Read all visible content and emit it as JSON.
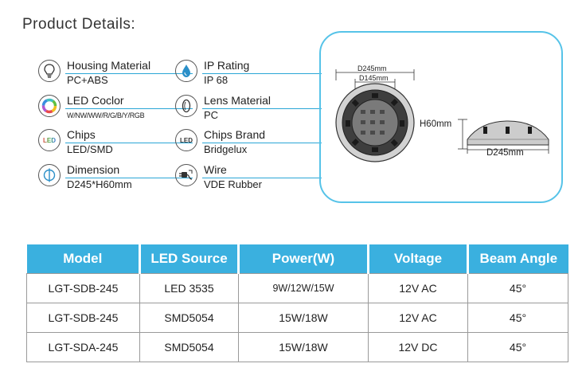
{
  "title": "Product Details:",
  "specs": [
    {
      "label": "Housing Material",
      "value": "PC+ABS",
      "icon": "bulb-icon"
    },
    {
      "label": "IP Rating",
      "value": "IP 68",
      "icon": "water-drop-icon"
    },
    {
      "label": "LED Coclor",
      "value": "W/NW/WW/R/G/B/Y/RGB",
      "icon": "color-ring-icon"
    },
    {
      "label": "Lens Material",
      "value": "PC",
      "icon": "lens-icon"
    },
    {
      "label": "Chips",
      "value": "LED/SMD",
      "icon": "led-rgb-icon",
      "icon_text": "LED"
    },
    {
      "label": "Chips Brand",
      "value": "Bridgelux",
      "icon": "led-icon",
      "icon_text": "LED"
    },
    {
      "label": "Dimension",
      "value": "D245*H60mm",
      "icon": "dimension-icon"
    },
    {
      "label": "Wire",
      "value": "VDE Rubber",
      "icon": "plug-icon"
    }
  ],
  "drawing": {
    "top_outer_dim": "D245mm",
    "top_inner_dim": "D145mm",
    "height_dim": "H60mm",
    "side_dim": "D245mm"
  },
  "table": {
    "headers": [
      "Model",
      "LED Source",
      "Power(W)",
      "Voltage",
      "Beam Angle"
    ],
    "rows": [
      [
        "LGT-SDB-245",
        "LED 3535",
        "9W/12W/15W",
        "12V AC",
        "45°"
      ],
      [
        "LGT-SDB-245",
        "SMD5054",
        "15W/18W",
        "12V AC",
        "45°"
      ],
      [
        "LGT-SDA-245",
        "SMD5054",
        "15W/18W",
        "12V DC",
        "45°"
      ]
    ]
  },
  "colors": {
    "accent": "#3ab0df",
    "frame": "#56c3e8",
    "rule": "#2aa6d6"
  }
}
